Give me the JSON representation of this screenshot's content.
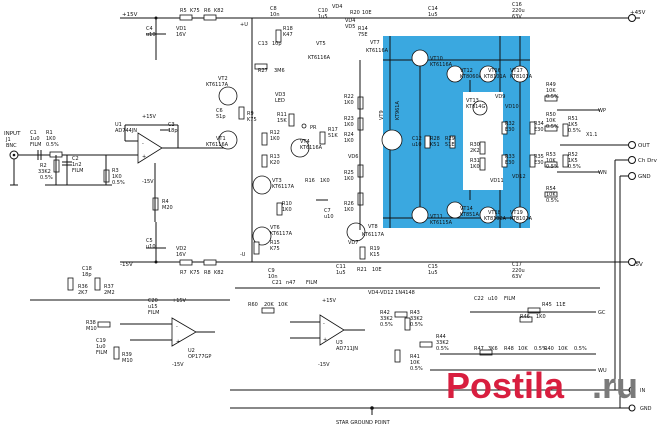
{
  "rails": {
    "pos15": "+15V",
    "neg15": "-15V",
    "pos45": "+45V",
    "neg45": "-45V",
    "pos15_u": "+15V",
    "neg15_u": "-15V",
    "u_left": "+U",
    "u_right": "-U"
  },
  "input": {
    "title": "INPUT",
    "j1": "J1",
    "bnc": "BNC"
  },
  "components": {
    "c1": [
      "C1",
      "1u0",
      "FILM"
    ],
    "r1": [
      "R1",
      "1K0",
      "0.5%"
    ],
    "r2": [
      "R2",
      "33K2",
      "0.5%"
    ],
    "c2": [
      "C2",
      "1n2",
      "FILM"
    ],
    "r3": [
      "R3",
      "1K0",
      "0.5%"
    ],
    "u1": [
      "U1",
      "AD744JN"
    ],
    "c3": [
      "C3",
      "18p"
    ],
    "r4": [
      "R4",
      "M20"
    ],
    "c4": [
      "C4",
      "u10"
    ],
    "vd1": [
      "VD1",
      "16V"
    ],
    "r5": [
      "R5",
      "K75"
    ],
    "r6": [
      "R6",
      "K82"
    ],
    "c5": [
      "C5",
      "u10"
    ],
    "vd2": [
      "VD2",
      "16V"
    ],
    "r7": [
      "R7",
      "K75"
    ],
    "r8": [
      "R8",
      "K82"
    ],
    "c8": [
      "C8",
      "10n"
    ],
    "c10": [
      "C10",
      "1u5"
    ],
    "r20": [
      "R20",
      "10E"
    ],
    "c14": [
      "C14",
      "1u5"
    ],
    "c16": [
      "C16",
      "220u",
      "63V"
    ],
    "r18": [
      "R18",
      "K47"
    ],
    "vt5": [
      "VT5",
      "KT6116A"
    ],
    "vd4": "VD4",
    "vd5": "VD5",
    "r14": [
      "R14",
      "75E"
    ],
    "vt7": [
      "VT7",
      "KT6116A"
    ],
    "c13": [
      "C13",
      "10p"
    ],
    "r27": [
      "R27",
      "3M6"
    ],
    "vt2": [
      "VT2",
      "KT6117A"
    ],
    "vd3": [
      "VD3",
      "LED"
    ],
    "c6": [
      "C6",
      "51p"
    ],
    "r9": [
      "R9",
      "K75"
    ],
    "vt1": [
      "VT1",
      "KT6116A"
    ],
    "r11": [
      "R11",
      "15K"
    ],
    "pr": "PR",
    "r12": [
      "R12",
      "1K0"
    ],
    "r13": [
      "R13",
      "K20"
    ],
    "vt4": [
      "VT4",
      "KT6116A"
    ],
    "r17": [
      "R17",
      "51K"
    ],
    "r16": [
      "R16",
      "1K0"
    ],
    "c7": [
      "C7",
      "u10"
    ],
    "vt3": [
      "VT3",
      "KT6117A"
    ],
    "r10": [
      "R10",
      "1K0"
    ],
    "vt6": [
      "VT6",
      "KT6117A"
    ],
    "r15": [
      "R15",
      "K75"
    ],
    "vt8": [
      "VT8",
      "KT6117A"
    ],
    "r19": [
      "R19",
      "K15"
    ],
    "c9": [
      "C9",
      "10n"
    ],
    "c11": [
      "C11",
      "1u5"
    ],
    "r21": [
      "R21",
      "10E"
    ],
    "c15": [
      "C15",
      "1u5"
    ],
    "c17": [
      "C17",
      "220u",
      "63V"
    ],
    "r22": [
      "R22",
      "1K0"
    ],
    "r23": [
      "R23",
      "1K0"
    ],
    "r24": [
      "R24",
      "1K0"
    ],
    "r25": [
      "R25",
      "1K0"
    ],
    "r26": [
      "R26",
      "1K0"
    ],
    "vd6": "VD6",
    "vd7": "VD7",
    "vt9": [
      "VT9",
      "KT961A"
    ],
    "c12": [
      "C12",
      "u10"
    ],
    "r28": [
      "R28",
      "K51"
    ],
    "r29": [
      "R29",
      "51E"
    ],
    "vt10": [
      "VT10",
      "KT6116A"
    ],
    "vt12": [
      "VT12",
      "KT8060A"
    ],
    "vt16": [
      "VT16",
      "KT8101A"
    ],
    "vt17": [
      "VT17",
      "KT8101A"
    ],
    "vt11": [
      "VT11",
      "KT6115A"
    ],
    "vt14": [
      "VT14",
      "KT851A"
    ],
    "vt18": [
      "VT18",
      "KT8102A"
    ],
    "vt19": [
      "VT19",
      "KT8102A"
    ],
    "vt13": [
      "VT13",
      "KT814G"
    ],
    "vd9": "VD9",
    "vd10": "VD10",
    "r30": [
      "R30",
      "2K2"
    ],
    "r31": [
      "R31",
      "1K0"
    ],
    "r32": [
      "R32",
      "E30"
    ],
    "r33": [
      "R33",
      "E30"
    ],
    "r34": [
      "R34",
      "E30"
    ],
    "r35": [
      "R35",
      "E30"
    ],
    "vd11": "VD11",
    "vd12": "VD12",
    "r49": [
      "R49",
      "10K",
      "0.5%"
    ],
    "r50": [
      "R50",
      "10K",
      "0.5%"
    ],
    "r51": [
      "R51",
      "1K5",
      "0.5%"
    ],
    "r52": [
      "R52",
      "1K5",
      "0.5%"
    ],
    "r53": [
      "R53",
      "10K",
      "0.5%"
    ],
    "r54": [
      "R54",
      "10K",
      "0.5%"
    ],
    "x1_1": "X1.1",
    "c18": [
      "C18",
      "18p"
    ],
    "r36": [
      "R36",
      "2K7"
    ],
    "r37": [
      "R37",
      "2M2"
    ],
    "c20": [
      "C20",
      "u15",
      "FILM"
    ],
    "u2": [
      "U2",
      "OP177GP"
    ],
    "r38": [
      "R38",
      "M10"
    ],
    "c19": [
      "C19",
      "1u0",
      "FILM"
    ],
    "r39": [
      "R39",
      "M10"
    ],
    "c21": [
      "C21",
      "n47"
    ],
    "film_u3": "FILM",
    "r60": [
      "R60",
      "20K"
    ],
    "r60_b": "10K",
    "c22": [
      "C22",
      "u10",
      "FILM"
    ],
    "r45": [
      "R45",
      "11E"
    ],
    "r46": [
      "R46",
      "1K0"
    ],
    "u3": [
      "U3",
      "AD711JN"
    ],
    "r42": [
      "R42",
      "33K2",
      "0.5%"
    ],
    "r43": [
      "R43",
      "33K2",
      "0.5%"
    ],
    "r41": [
      "R41",
      "10K",
      "0.5%"
    ],
    "r44": [
      "R44",
      "33K2",
      "0.5%"
    ],
    "r47": [
      "R47",
      "3K6"
    ],
    "r48": [
      "R48",
      "10K"
    ],
    "r48b": "0.5%",
    "r40": [
      "R40",
      "10K"
    ],
    "r40b": "0.5%"
  },
  "notes": {
    "diodes": "VD4-VD12 1N4148",
    "star_ground": "STAR GROUND POINT"
  },
  "outputs": {
    "wp": "WP",
    "wn": "WN",
    "out": "OUT",
    "ch_drv": "Ch Drv",
    "gnd": "GND",
    "gc": "GC",
    "wu": "WU",
    "in": "IN",
    "gnd2": "GND"
  },
  "colors": {
    "highlight": "#3aa8e0",
    "watermark": "#d81e3f"
  },
  "watermark": {
    "text": "Postila.ru",
    "brand": "Postila",
    "domain": ".ru"
  }
}
